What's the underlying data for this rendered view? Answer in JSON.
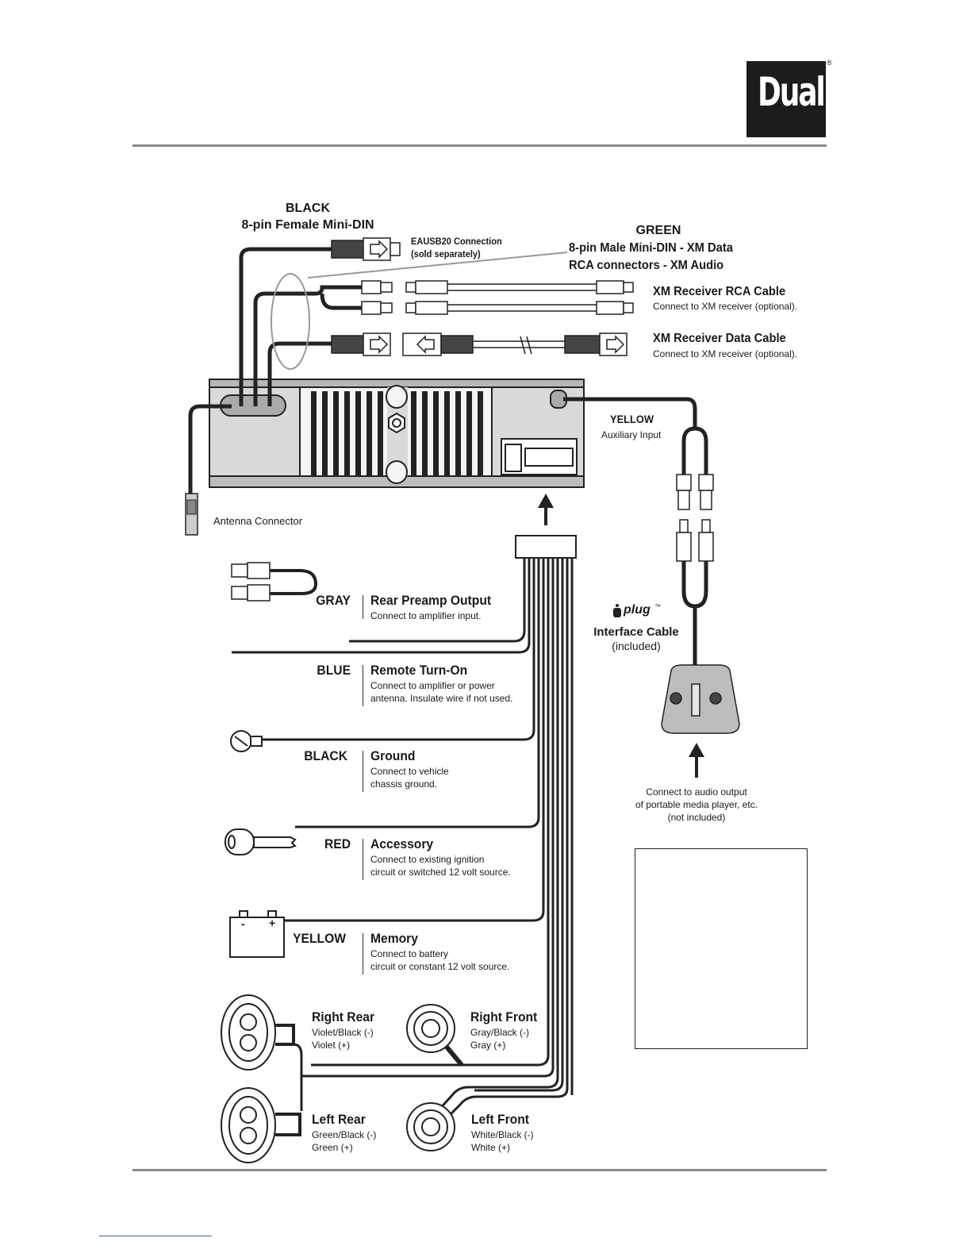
{
  "brand": {
    "logo_text": "Dual",
    "registered_mark": "®"
  },
  "top_connectors": {
    "black": {
      "color": "BLACK",
      "type": "8-pin Female Mini-DIN"
    },
    "eausb": {
      "line1": "EAUSB20 Connection",
      "line2": "(sold separately)"
    },
    "green": {
      "color": "GREEN",
      "line1": "8-pin Male Mini-DIN - XM Data",
      "line2": "RCA connectors - XM Audio"
    },
    "xm_rca": {
      "title": "XM Receiver RCA Cable",
      "desc": "Connect to XM receiver (optional)."
    },
    "xm_data": {
      "title": "XM Receiver Data Cable",
      "desc": "Connect to XM receiver (optional)."
    }
  },
  "unit": {
    "aux": {
      "color": "YELLOW",
      "label": "Auxiliary Input"
    },
    "antenna": {
      "label": "Antenna Connector"
    }
  },
  "iplug": {
    "brand": "plug",
    "brand_tm": "™",
    "line1": "Interface Cable",
    "line2": "(included)",
    "connect1": "Connect to audio output",
    "connect2": "of portable media player, etc.",
    "connect3": "(not included)"
  },
  "wires": [
    {
      "color": "GRAY",
      "title": "Rear Preamp Output",
      "desc1": "Connect to amplifier input.",
      "desc2": ""
    },
    {
      "color": "BLUE",
      "title": "Remote Turn-On",
      "desc1": "Connect to amplifier or power",
      "desc2": "antenna. Insulate wire if not used."
    },
    {
      "color": "BLACK",
      "title": "Ground",
      "desc1": "Connect to vehicle",
      "desc2": "chassis ground."
    },
    {
      "color": "RED",
      "title": "Accessory",
      "desc1": "Connect to existing ignition",
      "desc2": "circuit or switched 12 volt source."
    },
    {
      "color": "YELLOW",
      "title": "Memory",
      "desc1": "Connect to battery",
      "desc2": "circuit or constant 12 volt source."
    }
  ],
  "battery": {
    "minus": "-",
    "plus": "+"
  },
  "speakers": {
    "right_rear": {
      "title": "Right Rear",
      "neg": "Violet/Black (-)",
      "pos": "Violet (+)"
    },
    "right_front": {
      "title": "Right Front",
      "neg": "Gray/Black (-)",
      "pos": "Gray (+)"
    },
    "left_rear": {
      "title": "Left Rear",
      "neg": "Green/Black (-)",
      "pos": "Green (+)"
    },
    "left_front": {
      "title": "Left Front",
      "neg": "White/Black (-)",
      "pos": "White (+)"
    }
  }
}
